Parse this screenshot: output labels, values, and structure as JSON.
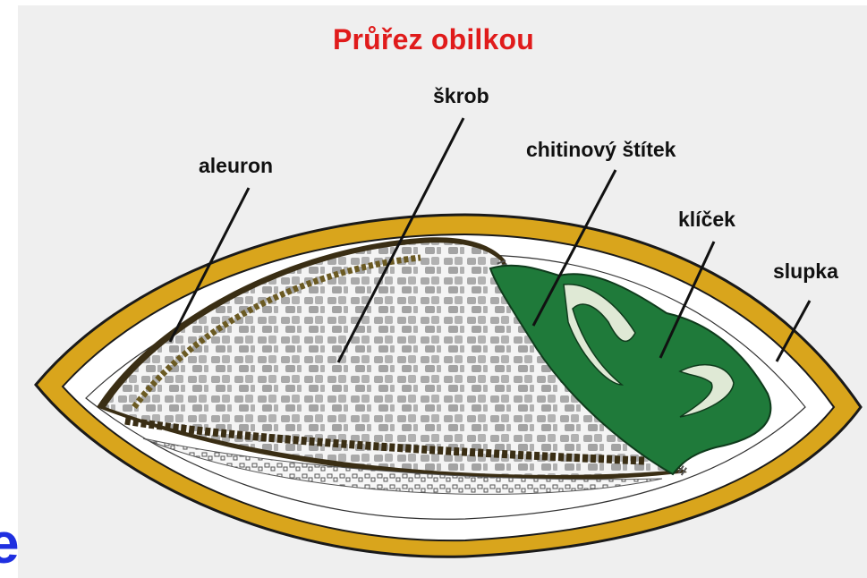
{
  "title": "Průřez obilkou",
  "labels": {
    "skrob": "škrob",
    "aleuron": "aleuron",
    "chitin": "chitinový štítek",
    "klicek": "klíček",
    "slupka": "slupka"
  },
  "edge_glyph": "e",
  "colors": {
    "husk": "#d9a51c",
    "germ": "#1f7a3a",
    "aleurone": "#3a2e14",
    "starch_cell": "#a8a8a8",
    "title": "#e01b1b",
    "edge_glyph": "#1f2fe0"
  }
}
